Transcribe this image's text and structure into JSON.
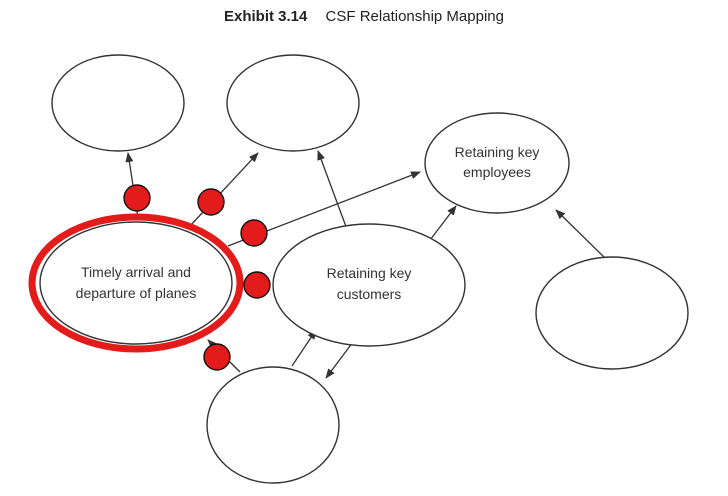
{
  "header": {
    "exhibit_number": "Exhibit 3.14",
    "title": "CSF Relationship Mapping"
  },
  "colors": {
    "highlight": "#e31b1b",
    "node_stroke": "#333333"
  },
  "nodes": {
    "top_left": {
      "lines": []
    },
    "top_middle": {
      "lines": []
    },
    "retaining_employees": {
      "lines": [
        "Retaining key",
        "employees"
      ]
    },
    "timely_arrival": {
      "lines": [
        "Timely arrival and",
        "departure of planes"
      ]
    },
    "retaining_customers": {
      "lines": [
        "Retaining key",
        "customers"
      ]
    },
    "right_blank": {
      "lines": []
    },
    "bottom_blank": {
      "lines": []
    }
  },
  "edges": [
    {
      "from": "timely_arrival",
      "to": "top_left"
    },
    {
      "from": "timely_arrival",
      "to": "top_middle"
    },
    {
      "from": "timely_arrival",
      "to": "retaining_employees"
    },
    {
      "from": "retaining_customers",
      "to": "top_middle"
    },
    {
      "from": "retaining_customers",
      "to": "retaining_employees"
    },
    {
      "from": "right_blank",
      "to": "retaining_employees"
    },
    {
      "from": "bottom_blank",
      "to": "timely_arrival"
    },
    {
      "from": "bottom_blank",
      "to": "retaining_customers"
    },
    {
      "from": "retaining_customers",
      "to": "bottom_blank"
    }
  ]
}
